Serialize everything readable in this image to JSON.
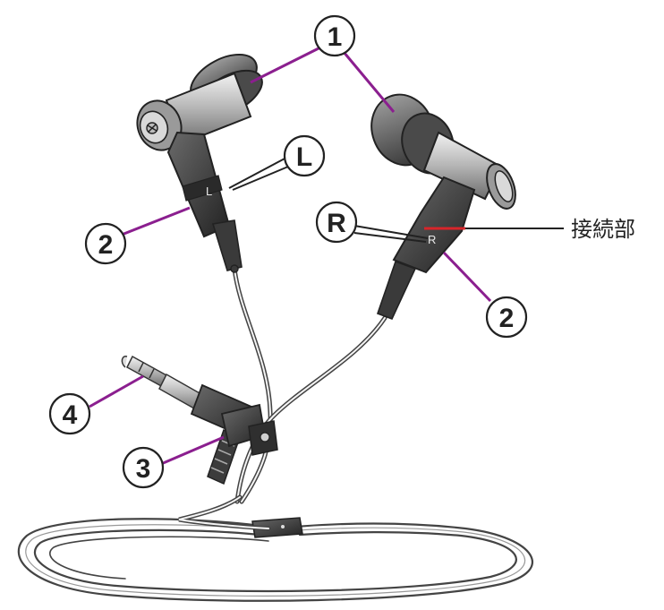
{
  "callouts": {
    "c1": "1",
    "c2_left": "2",
    "c2_right": "2",
    "c3": "3",
    "c4": "4",
    "L": "L",
    "R": "R",
    "connection": "接続部"
  },
  "earpiece_marks": {
    "left": "L",
    "right": "R"
  },
  "colors": {
    "leader": "#8b1f8f",
    "connection_line": "#d8252a",
    "body_dark": "#3a3a3a",
    "metal": "#c9c9c9",
    "cable": "#555555"
  }
}
